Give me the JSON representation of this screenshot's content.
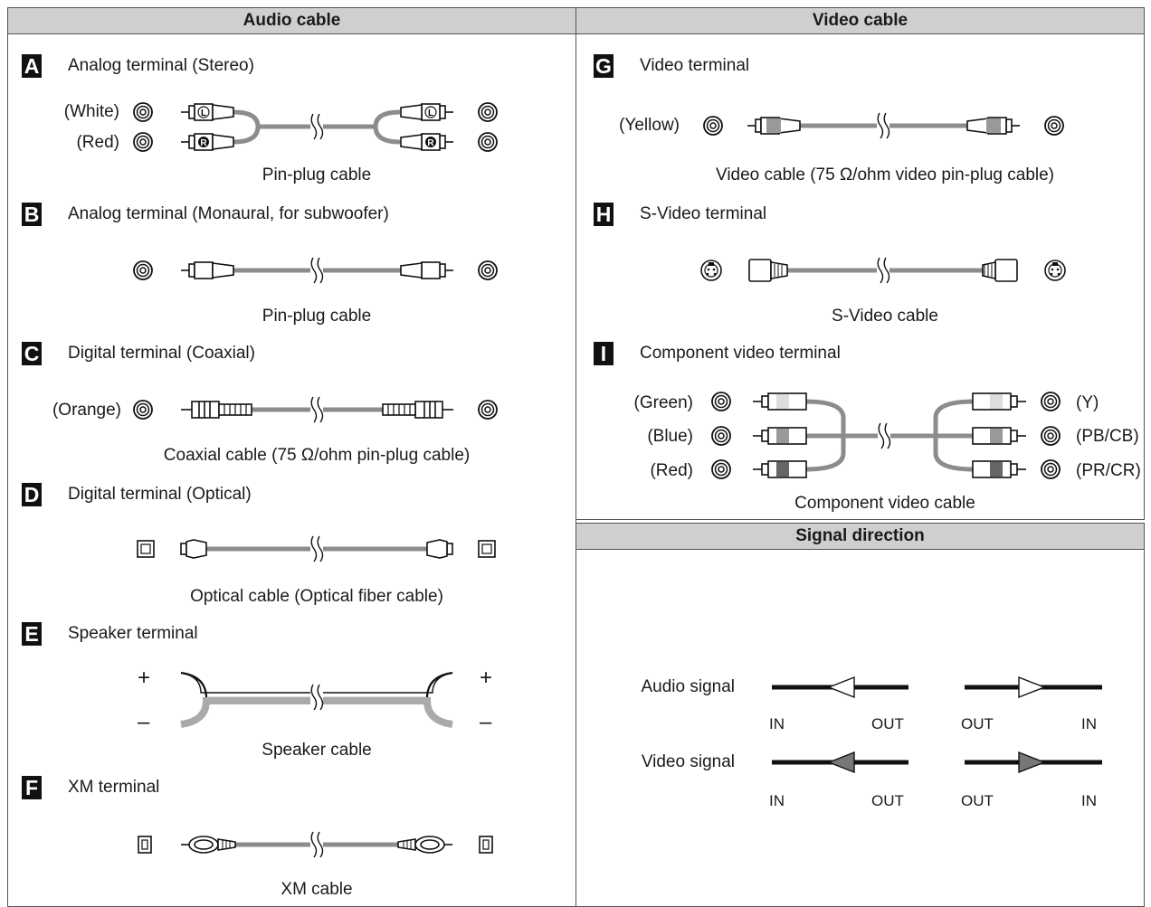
{
  "headers": {
    "audio": "Audio cable",
    "video": "Video cable",
    "signal": "Signal direction"
  },
  "sections": {
    "A": {
      "letter": "A",
      "title": "Analog terminal (Stereo)",
      "cable": "Pin-plug cable",
      "labels": [
        "(White)",
        "(Red)"
      ],
      "plug_marks": [
        "L",
        "R"
      ]
    },
    "B": {
      "letter": "B",
      "title": "Analog terminal (Monaural, for subwoofer)",
      "cable": "Pin-plug cable"
    },
    "C": {
      "letter": "C",
      "title": "Digital terminal (Coaxial)",
      "cable": "Coaxial cable (75 Ω/ohm pin-plug cable)",
      "labels": [
        "(Orange)"
      ]
    },
    "D": {
      "letter": "D",
      "title": "Digital terminal (Optical)",
      "cable": "Optical cable (Optical fiber cable)"
    },
    "E": {
      "letter": "E",
      "title": "Speaker terminal",
      "cable": "Speaker cable",
      "plus": "+",
      "minus": "–"
    },
    "F": {
      "letter": "F",
      "title": "XM terminal",
      "cable": "XM cable"
    },
    "G": {
      "letter": "G",
      "title": "Video terminal",
      "cable": "Video cable (75 Ω/ohm video pin-plug cable)",
      "labels": [
        "(Yellow)"
      ]
    },
    "H": {
      "letter": "H",
      "title": "S-Video terminal",
      "cable": "S-Video cable"
    },
    "I": {
      "letter": "I",
      "title": "Component video terminal",
      "cable": "Component video cable",
      "left_labels": [
        "(Green)",
        "(Blue)",
        "(Red)"
      ],
      "right_labels": [
        "(Y)",
        "(PB/CB)",
        "(PR/CR)"
      ]
    }
  },
  "signal": {
    "audio_label": "Audio signal",
    "video_label": "Video signal",
    "left_io": [
      "IN",
      "OUT"
    ],
    "right_io": [
      "OUT",
      "IN"
    ]
  },
  "colors": {
    "cable": "#8c8c8c",
    "header": "#cfcfcf",
    "line": "#111111",
    "filled_arrow": "#777777"
  }
}
